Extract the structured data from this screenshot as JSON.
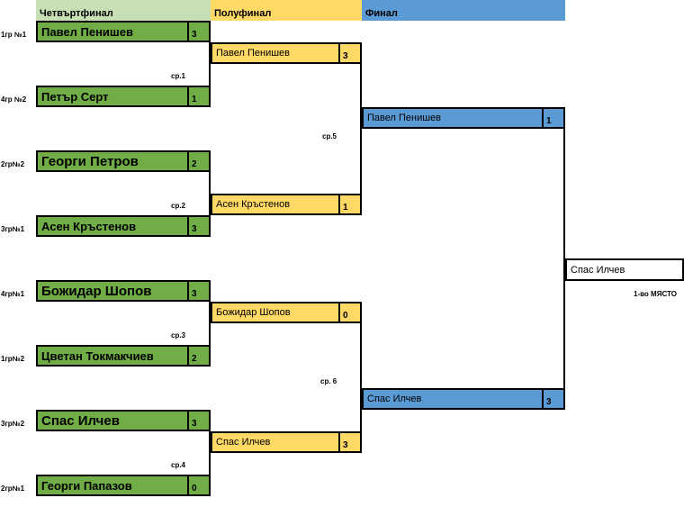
{
  "headers": {
    "quarterfinal": "Четвъртфинал",
    "semifinal": "Полуфинал",
    "final": "Финал"
  },
  "quarterfinals": [
    {
      "seed": "1гр №1",
      "name": "Павел Пенишев",
      "score": "3"
    },
    {
      "seed": "4гр №2",
      "name": "Петър Серт",
      "score": "1"
    },
    {
      "seed": "2гр№2",
      "name": "Георги Петров",
      "score": "2"
    },
    {
      "seed": "3гр№1",
      "name": "Асен Кръстенов",
      "score": "3"
    },
    {
      "seed": "4гр№1",
      "name": "Божидар Шопов",
      "score": "3"
    },
    {
      "seed": "1гр№2",
      "name": "Цветан Токмакчиев",
      "score": "2"
    },
    {
      "seed": "3гр№2",
      "name": "Спас Илчев",
      "score": "3"
    },
    {
      "seed": "2гр№1",
      "name": "Георги Папазов",
      "score": "0"
    }
  ],
  "semifinals": [
    {
      "name": "Павел Пенишев",
      "score": "3"
    },
    {
      "name": "Асен Кръстенов",
      "score": "1"
    },
    {
      "name": "Божидар Шопов",
      "score": "0"
    },
    {
      "name": "Спас Илчев",
      "score": "3"
    }
  ],
  "finals": [
    {
      "name": "Павел Пенишев",
      "score": "1"
    },
    {
      "name": "Спас Илчев",
      "score": "3"
    }
  ],
  "winner": {
    "name": "Спас Илчев",
    "label": "1-во МЯСТО"
  },
  "match_labels": [
    "ср.1",
    "ср.2",
    "ср.3",
    "ср.4",
    "ср.5",
    "ср. 6"
  ]
}
